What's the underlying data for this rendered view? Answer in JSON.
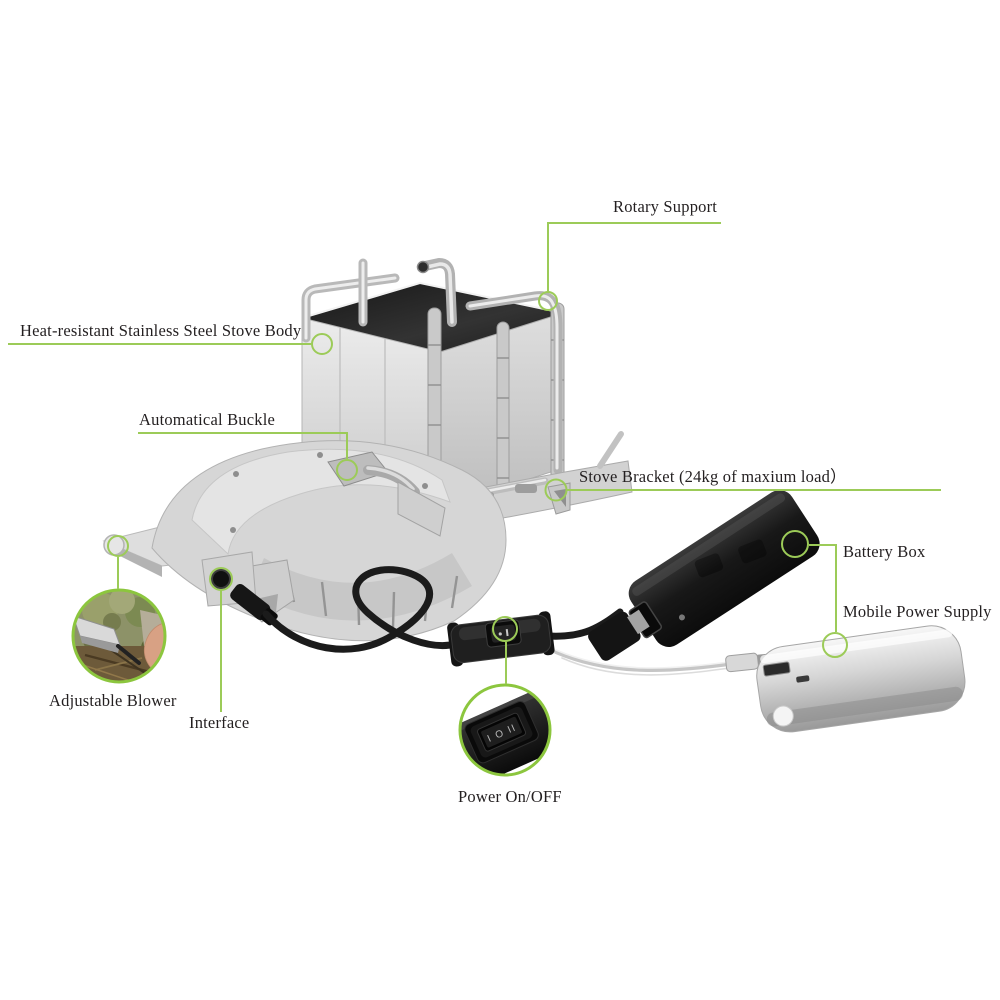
{
  "page": {
    "background": "#ffffff",
    "description_labels_count": 9
  },
  "colors": {
    "annotation_green": "#9ccb58",
    "inset_ring_green": "#8cc63e",
    "label_text": "#231f20",
    "cable_black": "#1b1b1b",
    "device_black": "#1c1c1c",
    "power_bank_silver": "#c9c9c9",
    "stove_steel": "#d6d6d6"
  },
  "labels": {
    "rotary_support": "Rotary Support",
    "stove_body": "Heat-resistant Stainless Steel Stove Body",
    "automatical_buckle": "Automatical Buckle",
    "stove_bracket": "Stove Bracket (24kg of maxium load）",
    "battery_box": "Battery Box",
    "mobile_power_supply": "Mobile Power Supply",
    "adjustable_blower": "Adjustable Blower",
    "interface": "Interface",
    "power_on_off": "Power On/OFF"
  },
  "insets": {
    "power_switch_marking": "I O II",
    "blower_photo": "close-up of blower lever over forest ground",
    "power_switch_photo": "close-up of inline rocker power switch"
  }
}
